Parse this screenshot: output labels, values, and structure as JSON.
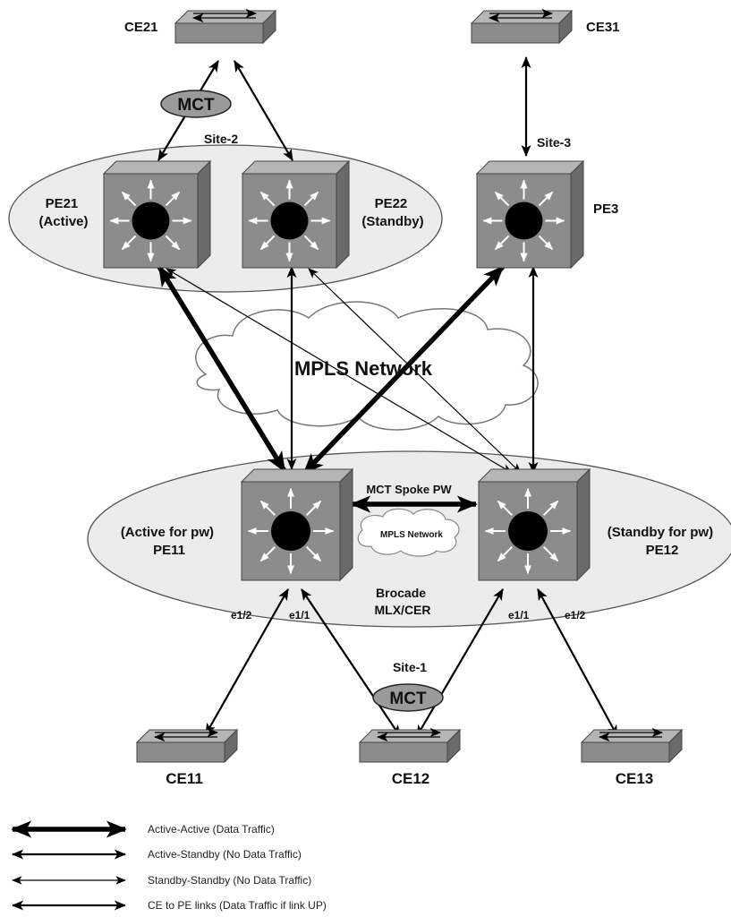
{
  "devices": {
    "ce21": "CE21",
    "ce31": "CE31",
    "pe21": [
      "PE21",
      "(Active)"
    ],
    "pe22": [
      "PE22",
      "(Standby)"
    ],
    "pe3": "PE3",
    "pe11": [
      "(Active for pw)",
      "PE11"
    ],
    "pe12": [
      "(Standby for pw)",
      "PE12"
    ],
    "ce11": "CE11",
    "ce12": "CE12",
    "ce13": "CE13"
  },
  "sites": {
    "site2": "Site-2",
    "site3": "Site-3",
    "site1": "Site-1"
  },
  "mct_top": "MCT",
  "mct_bottom": "MCT",
  "mpls_network": "MPLS Network",
  "mpls_network_small": "MPLS Network",
  "mct_spoke_pw": "MCT Spoke PW",
  "brocade": [
    "Brocade",
    "MLX/CER"
  ],
  "ports": {
    "pe11_left": "e1/2",
    "pe11_right": "e1/1",
    "pe12_left": "e1/1",
    "pe12_right": "e1/2"
  },
  "legend": [
    {
      "style": "active-active",
      "label": "Active-Active (Data Traffic)"
    },
    {
      "style": "active-standby",
      "label": "Active-Standby (No Data Traffic)"
    },
    {
      "style": "standby-standby",
      "label": "Standby-Standby (No Data Traffic)"
    },
    {
      "style": "ce-pe",
      "label": "CE to PE links (Data Traffic if link UP)"
    }
  ],
  "colors": {
    "device_front": "#8c8c8c",
    "device_top": "#b5b5b5",
    "device_side": "#6a6a6a",
    "site_fill": "#ececec",
    "mct_fill": "#9a9a9a",
    "cloud_fill": "#ffffff"
  }
}
